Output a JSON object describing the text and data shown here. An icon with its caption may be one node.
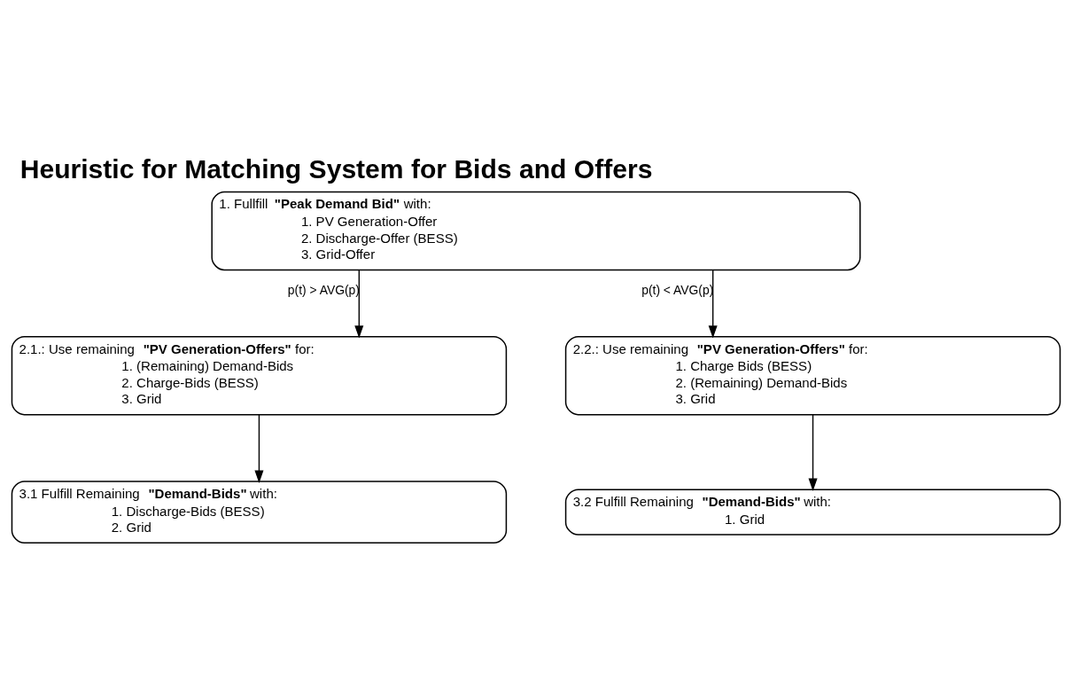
{
  "diagram": {
    "title": "Heuristic for Matching System for Bids and Offers",
    "nodes": [
      {
        "text": [
          "1. Fullfill **\"Peak Demand Bid\"** with:",
          "1. PV Generation-Offer",
          "2. Discharge-Offer (BESS)",
          "3. Grid-Offer"
        ]
      },
      {
        "text": [
          "2.1.: Use remaining **\"PV Generation-Offers\"** for:",
          "1. (Remaining) Demand-Bids",
          "2. Charge-Bids (BESS)",
          "3. Grid"
        ]
      },
      {
        "text": [
          "2.2.: Use remaining **\"PV Generation-Offers\"** for:",
          "1. Charge Bids (BESS)",
          "2. (Remaining) Demand-Bids",
          "3. Grid"
        ]
      },
      {
        "text": [
          "3.1 Fulfill Remaining **\"Demand-Bids\"** with:",
          "1. Discharge-Bids (BESS)",
          "2. Grid"
        ]
      },
      {
        "text": [
          "3.2 Fulfill Remaining **\"Demand-Bids\"** with:",
          "1. Grid"
        ]
      }
    ],
    "edges": [
      {
        "from": 0,
        "to": 1,
        "arrow": "to",
        "label": "p(t) > AVG(p)"
      },
      {
        "from": 0,
        "to": 2,
        "arrow": "to",
        "label": "p(t) < AVG(p)"
      },
      {
        "from": 1,
        "to": 3,
        "arrow": "to"
      },
      {
        "from": 2,
        "to": 4,
        "arrow": "to"
      }
    ]
  }
}
